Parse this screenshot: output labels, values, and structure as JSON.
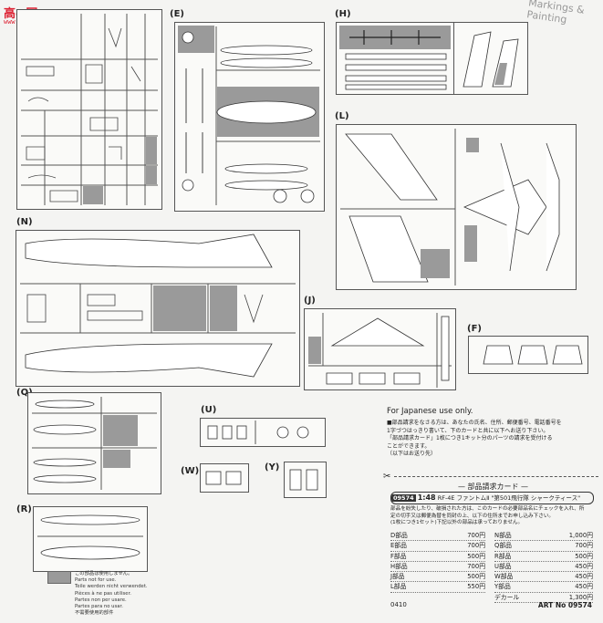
{
  "watermark": {
    "logo_text": "高●网",
    "url": "www.ninhao.net",
    "side_text": "Markings & Painting"
  },
  "sprues": {
    "E": "(E)",
    "H": "(H)",
    "L": "(L)",
    "N": "(N)",
    "J": "(J)",
    "F": "(F)",
    "Q": "(Q)",
    "U": "(U)",
    "W": "(W)",
    "Y": "(Y)",
    "R": "(R)"
  },
  "legend": {
    "lines": [
      "この部品は使用しません。",
      "Parts not for use.",
      "Teile werden nicht verwendet.",
      "Pièces à ne pas utiliser.",
      "Partes non per usare.",
      "Partes para no usar.",
      "不需要使用的部件"
    ]
  },
  "order": {
    "heading": "For Japanese use only.",
    "para1": [
      "■部品請求をなさる方は、あなたの氏名、住所、郵便番号、電話番号を",
      "1字づつはっきり書いて、下のカードと共に以下へお送り下さい。"
    ],
    "para2": [
      "「部品請求カード」1枚につき1キット分のパーツの請求を受付ける",
      "ことができます。"
    ],
    "para3": "（以下はお送り先）",
    "card_title": "部品請求カード",
    "code": "09574",
    "scale": "1:48",
    "product": "RF-4E ファントムⅡ \"第501飛行隊 シャークティース\"",
    "note": [
      "部品を紛失したり、破損された方は、このカードの必要部品名にチェックを入れ、所",
      "定の切手又は郵便為替を同封の上、以下の住所までお申し込み下さい。",
      "(1枚につき1セット)下記以外の部品は承っておりません。"
    ],
    "parts_left": [
      {
        "name": "D部品",
        "price": "700円"
      },
      {
        "name": "E部品",
        "price": "700円"
      },
      {
        "name": "F部品",
        "price": "500円"
      },
      {
        "name": "H部品",
        "price": "700円"
      },
      {
        "name": "J部品",
        "price": "500円"
      },
      {
        "name": "L部品",
        "price": "550円"
      }
    ],
    "parts_right": [
      {
        "name": "N部品",
        "price": "1,000円"
      },
      {
        "name": "Q部品",
        "price": "700円"
      },
      {
        "name": "R部品",
        "price": "500円"
      },
      {
        "name": "U部品",
        "price": "450円"
      },
      {
        "name": "W部品",
        "price": "450円"
      },
      {
        "name": "Y部品",
        "price": "450円"
      },
      {
        "name": "デカール",
        "price": "1,300円"
      }
    ],
    "date_code": "0410",
    "art_no": "ART No 09574"
  }
}
